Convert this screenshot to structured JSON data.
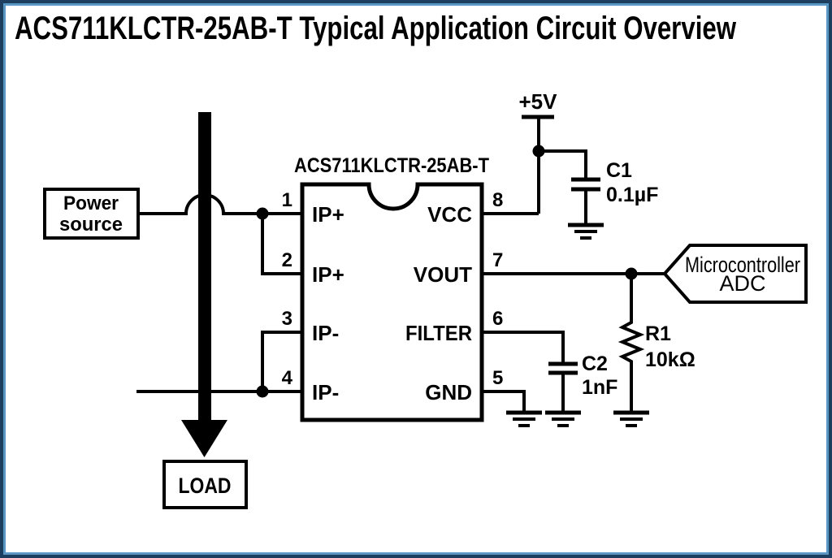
{
  "title": "ACS711KLCTR-25AB-T Typical Application Circuit Overview",
  "ic": {
    "name": "ACS711KLCTR-25AB-T",
    "pins": {
      "p1": {
        "num": "1",
        "label": "IP+"
      },
      "p2": {
        "num": "2",
        "label": "IP+"
      },
      "p3": {
        "num": "3",
        "label": "IP-"
      },
      "p4": {
        "num": "4",
        "label": "IP-"
      },
      "p5": {
        "num": "5",
        "label": "GND"
      },
      "p6": {
        "num": "6",
        "label": "FILTER"
      },
      "p7": {
        "num": "7",
        "label": "VOUT"
      },
      "p8": {
        "num": "8",
        "label": "VCC"
      }
    }
  },
  "power_source": {
    "line1": "Power",
    "line2": "source"
  },
  "load": {
    "label": "LOAD"
  },
  "supply": {
    "label": "+5V"
  },
  "components": {
    "c1": {
      "ref": "C1",
      "value": "0.1µF"
    },
    "c2": {
      "ref": "C2",
      "value": "1nF"
    },
    "r1": {
      "ref": "R1",
      "value": "10kΩ"
    }
  },
  "adc_tag": {
    "line1": "Microcontroller",
    "line2": "ADC"
  },
  "colors": {
    "frame_outer": "#1d3e5e",
    "frame_inner": "#5b97c4",
    "ink": "#000000",
    "background": "#ffffff"
  }
}
